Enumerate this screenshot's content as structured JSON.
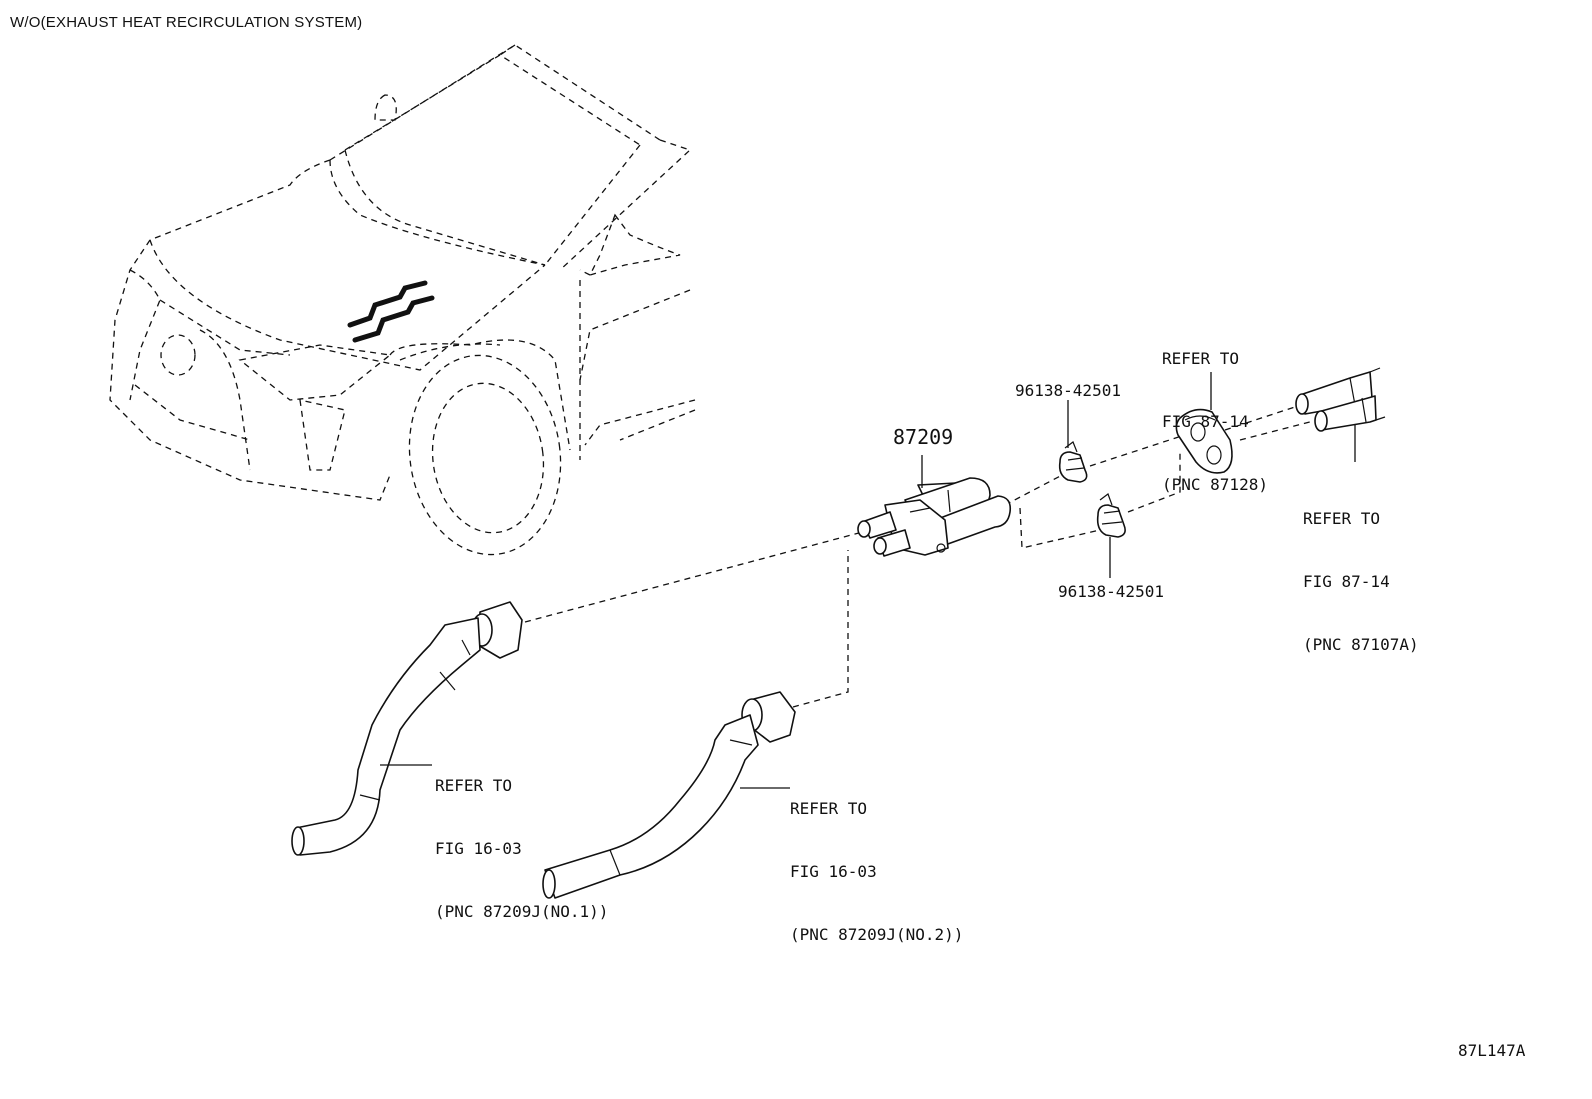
{
  "header": {
    "title": "W/O(EXHAUST HEAT RECIRCULATION SYSTEM)"
  },
  "footer": {
    "figure_code": "87L147A"
  },
  "parts": {
    "valve": {
      "number": "87209"
    },
    "clamp_upper": {
      "number": "96138-42501"
    },
    "clamp_lower": {
      "number": "96138-42501"
    }
  },
  "references": {
    "grommet": {
      "line1": "REFER TO",
      "line2": "FIG 87-14",
      "line3": "(PNC 87128)"
    },
    "pipes": {
      "line1": "REFER TO",
      "line2": "FIG 87-14",
      "line3": "(PNC 87107A)"
    },
    "hose_no1": {
      "line1": "REFER TO",
      "line2": "FIG 16-03",
      "line3": "(PNC 87209J(NO.1))"
    },
    "hose_no2": {
      "line1": "REFER TO",
      "line2": "FIG 16-03",
      "line3": "(PNC 87209J(NO.2))"
    }
  },
  "icons": {
    "vehicle": "vehicle-front-outline-icon",
    "valve": "water-valve-part-icon",
    "clamp": "hose-clamp-part-icon",
    "grommet": "grommet-part-icon",
    "hose": "heater-hose-part-icon",
    "pipe": "heater-pipe-part-icon"
  }
}
